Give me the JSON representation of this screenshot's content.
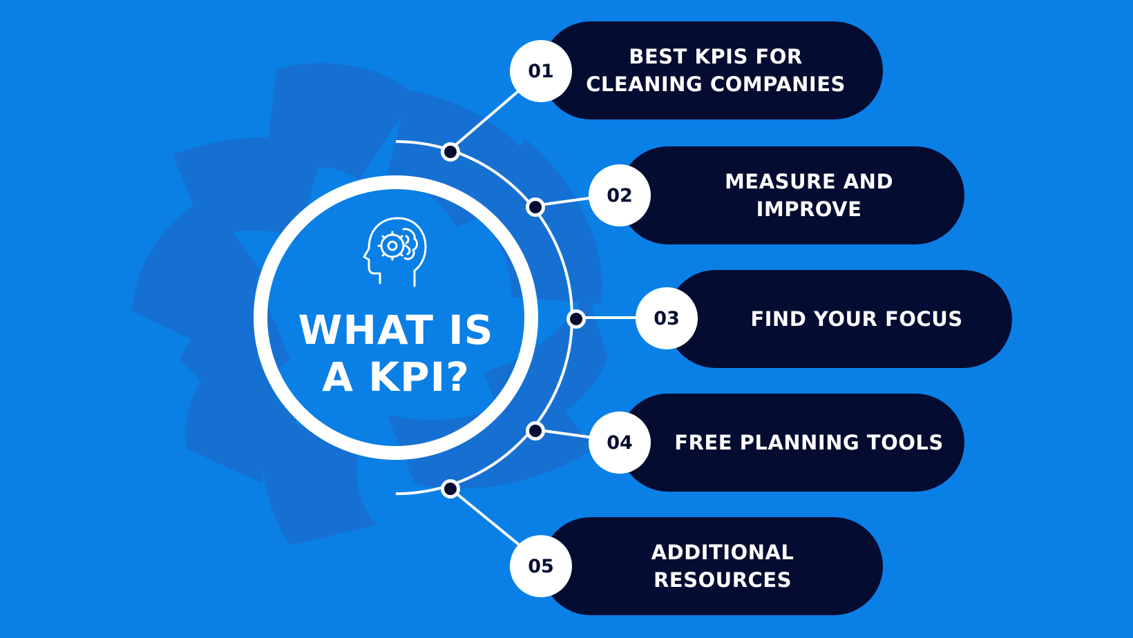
{
  "title_line1": "WHAT IS",
  "title_line2": "A KPI?",
  "center_icon": "brain-gear-head-icon",
  "background_icon": "swirl-logo-watermark",
  "colors": {
    "background": "#0A80E6",
    "pill": "#050C31",
    "ring": "#FFFFFF",
    "watermark": "#1670D2"
  },
  "items": [
    {
      "number": "01",
      "label": "BEST KPIS FOR CLEANING COMPANIES"
    },
    {
      "number": "02",
      "label": "MEASURE AND IMPROVE"
    },
    {
      "number": "03",
      "label": "FIND YOUR FOCUS"
    },
    {
      "number": "04",
      "label": "FREE PLANNING TOOLS"
    },
    {
      "number": "05",
      "label": "ADDITIONAL RESOURCES"
    }
  ]
}
